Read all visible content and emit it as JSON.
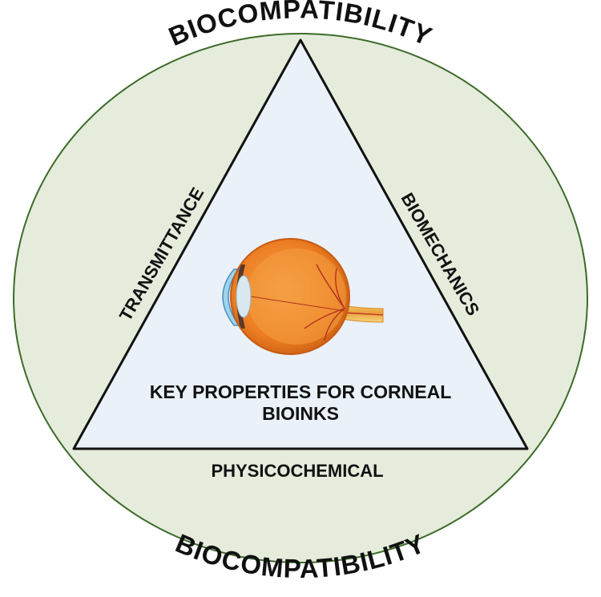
{
  "labels": {
    "top": "BIOCOMPATIBILITY",
    "bottom": "BIOCOMPATIBILITY",
    "left_side": "TRANSMITTANCE",
    "right_side": "BIOMECHANICS",
    "base": "PHYSICOCHEMICAL",
    "center_line1": "KEY PROPERTIES FOR CORNEAL",
    "center_line2": "BIOINKS"
  },
  "colors": {
    "circle_fill": "#e5ecdb",
    "circle_stroke": "#3d6b2a",
    "triangle_fill": "#eaf1f9",
    "triangle_stroke": "#111111",
    "eye_sclera": "#f08a2a",
    "eye_cornea": "#9fd4ef",
    "optic_nerve": "#f2c14e"
  },
  "icons": {
    "center": "eye-anatomy-icon"
  }
}
